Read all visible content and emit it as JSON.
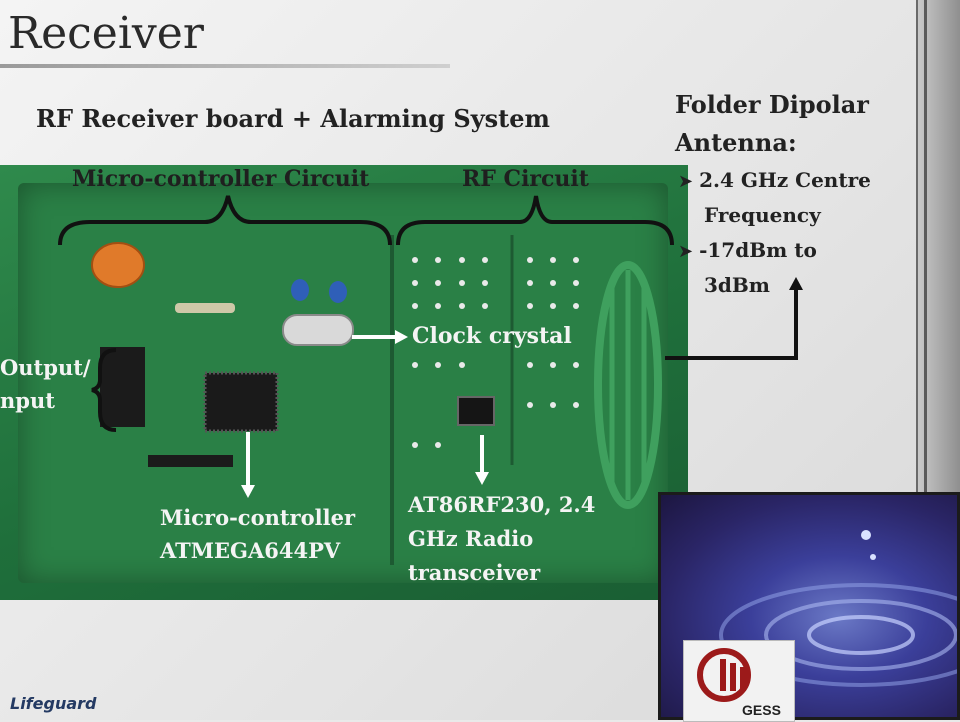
{
  "slide": {
    "title": "Receiver",
    "subtitle": "RF Receiver board + Alarming System",
    "labels": {
      "micro_circuit": "Micro-controller Circuit",
      "rf_circuit": "RF Circuit",
      "clock_crystal": "Clock crystal",
      "io_line1": "Output/",
      "io_line2": "nput",
      "mcu_line1": "Micro-controller",
      "mcu_line2": "ATMEGA644PV",
      "radio_line1": "AT86RF230, 2.4",
      "radio_line2": "GHz Radio",
      "radio_line3": "transceiver"
    },
    "antenna": {
      "heading_line1": "Folder Dipolar",
      "heading_line2": "Antenna:",
      "bullets": [
        {
          "line1": "2.4 GHz Centre",
          "line2": "Frequency"
        },
        {
          "line1": "-17dBm to",
          "line2": "3dBm"
        }
      ]
    },
    "footer": {
      "logo_text": "Lifeguard",
      "gess_text": "GESS"
    }
  },
  "colors": {
    "pcb": "#2a8046",
    "label_white": "#f4f4f4",
    "text_dark": "#222222",
    "footer_blue": "#243a63"
  },
  "icons": {
    "bullet": "right-triangle-bullet-icon"
  }
}
